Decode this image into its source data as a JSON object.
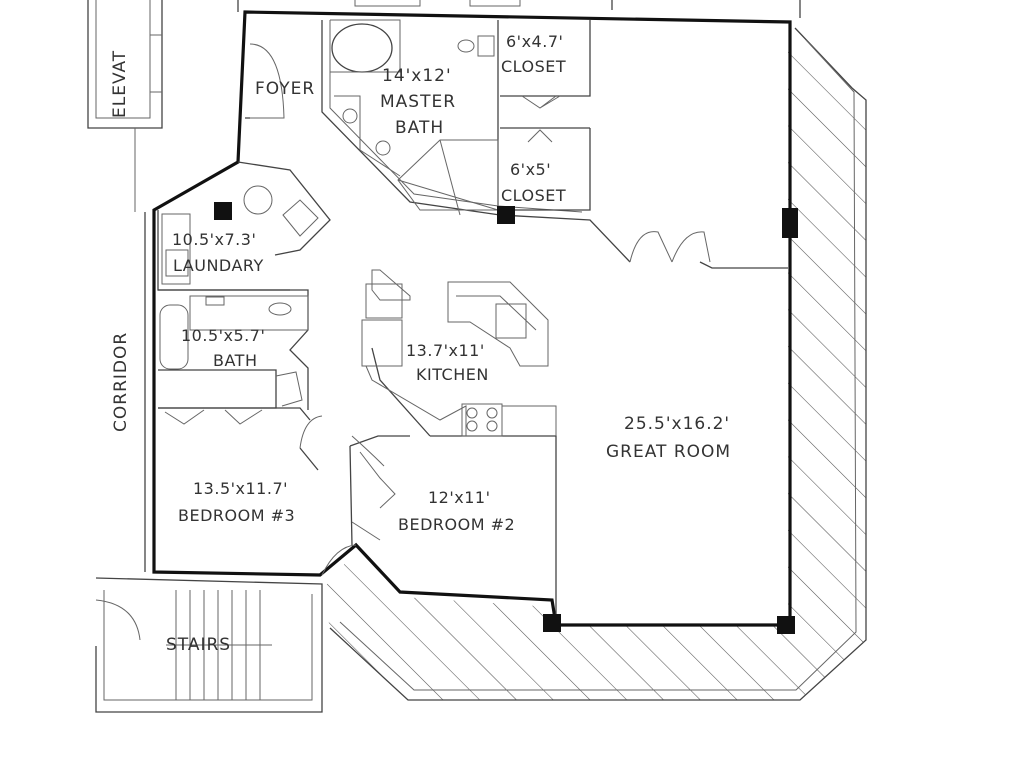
{
  "rooms": {
    "foyer": {
      "name": "FOYER"
    },
    "master_bath": {
      "size": "14'x12'",
      "name1": "MASTER",
      "name2": "BATH"
    },
    "closet_1": {
      "size": "6'x4.7'",
      "name": "CLOSET"
    },
    "closet_2": {
      "size": "6'x5'",
      "name": "CLOSET"
    },
    "laundry": {
      "size": "10.5'x7.3'",
      "name": "LAUNDARY"
    },
    "bath": {
      "size": "10.5'x5.7'",
      "name": "BATH"
    },
    "kitchen": {
      "size": "13.7'x11'",
      "name": "KITCHEN"
    },
    "great_room": {
      "size": "25.5'x16.2'",
      "name": "GREAT ROOM"
    },
    "bedroom_3": {
      "size": "13.5'x11.7'",
      "name": "BEDROOM #3"
    },
    "bedroom_2": {
      "size": "12'x11'",
      "name": "BEDROOM #2"
    }
  },
  "surroundings": {
    "corridor": "CORRIDOR",
    "elevator": "ELEVAT",
    "stairs": "STAIRS"
  },
  "colors": {
    "wall": "#111111",
    "line": "#444444",
    "background": "#ffffff"
  }
}
